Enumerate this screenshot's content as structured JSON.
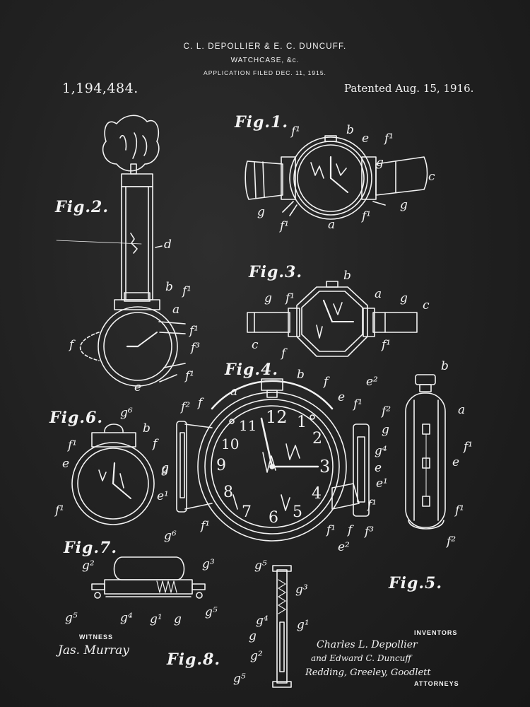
{
  "header": {
    "inventors_line": "C. L. DEPOLLIER & E. C. DUNCUFF.",
    "title": "WATCHCASE, &c.",
    "filed": "APPLICATION FILED DEC. 11, 1915.",
    "patent_number": "1,194,484.",
    "patented": "Patented Aug. 15, 1916."
  },
  "figures": {
    "fig1": "Fig.1.",
    "fig2": "Fig.2.",
    "fig3": "Fig.3.",
    "fig4": "Fig.4.",
    "fig5": "Fig.5.",
    "fig6": "Fig.6.",
    "fig7": "Fig.7.",
    "fig8": "Fig.8."
  },
  "dial_numerals": [
    "12",
    "1",
    "2",
    "3",
    "4",
    "5",
    "6",
    "7",
    "8",
    "9",
    "10",
    "11"
  ],
  "labels": {
    "a": "a",
    "b": "b",
    "c": "c",
    "d": "d",
    "e": "e",
    "f": "f",
    "g": "g",
    "f1": "f¹",
    "f2": "f²",
    "f3": "f³",
    "e1": "e¹",
    "e2": "e²",
    "g1": "g¹",
    "g2": "g²",
    "g3": "g³",
    "g4": "g⁴",
    "g5": "g⁵",
    "g6": "g⁶"
  },
  "footer": {
    "witness_label": "WITNESS",
    "inventors_label": "INVENTORS",
    "inventor1": "Charles L. Depollier",
    "inventor2": "and Edward C. Duncuff",
    "attorneys_sig": "Redding, Greeley, Goodlett",
    "attorneys_label": "ATTORNEYS",
    "witness_sig": "Jas. Murray"
  },
  "colors": {
    "background": "#1f1f1f",
    "ink": "#f2f2f2"
  }
}
